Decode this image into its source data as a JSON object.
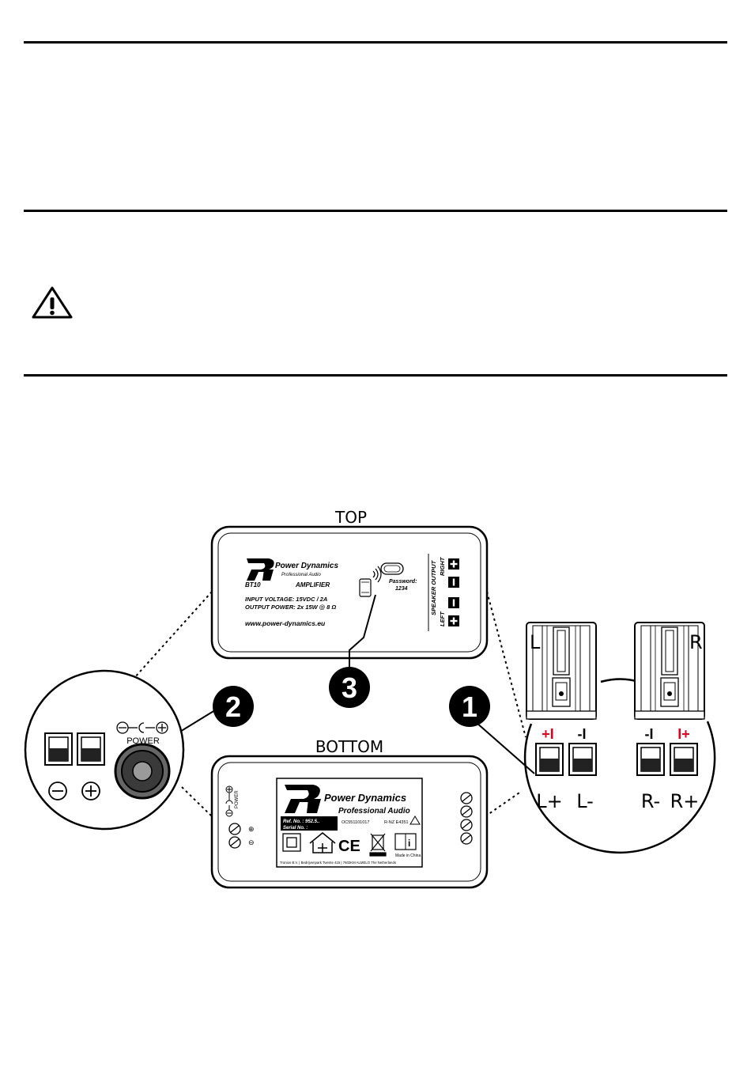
{
  "top_label": "TOP",
  "bottom_label": "BOTTOM",
  "callouts": [
    "1",
    "2",
    "3"
  ],
  "top_panel": {
    "brand": "Power Dynamics",
    "tagline": "Professional Audio",
    "model": "BT10",
    "type": "AMPLIFIER",
    "input_voltage": "INPUT VOLTAGE:   15VDC / 2A",
    "output_power": "OUTPUT POWER: 2x 15W @ 8 Ω",
    "website": "www.power-dynamics.eu",
    "password_label": "Password:",
    "password_value": "1234",
    "speaker_output": "SPEAKER OUTPUT",
    "right": "RIGHT",
    "left": "LEFT"
  },
  "bottom_panel": {
    "brand": "Power Dynamics",
    "tagline": "Professional Audio",
    "ref_no": "Ref. No.    : 952.5..",
    "serial_no": "Serial No. :",
    "cert_code": "OC551101017",
    "rnz": "R-NZ E4351",
    "made_in": "Made in China",
    "footer": "Tronios B.V. | Bedrijvenpark Twente 415 | 7602KM ALMELO The Netherlands",
    "power_label": "POWER"
  },
  "power_detail": {
    "power_label": "POWER"
  },
  "speakers": {
    "left_letter": "L",
    "right_letter": "R",
    "marks": [
      "+I",
      "-I",
      "-I",
      "I+"
    ],
    "terminals": [
      "L+",
      "L-",
      "R-",
      "R+"
    ]
  },
  "colors": {
    "red": "#e3001b",
    "ink": "#000000"
  }
}
